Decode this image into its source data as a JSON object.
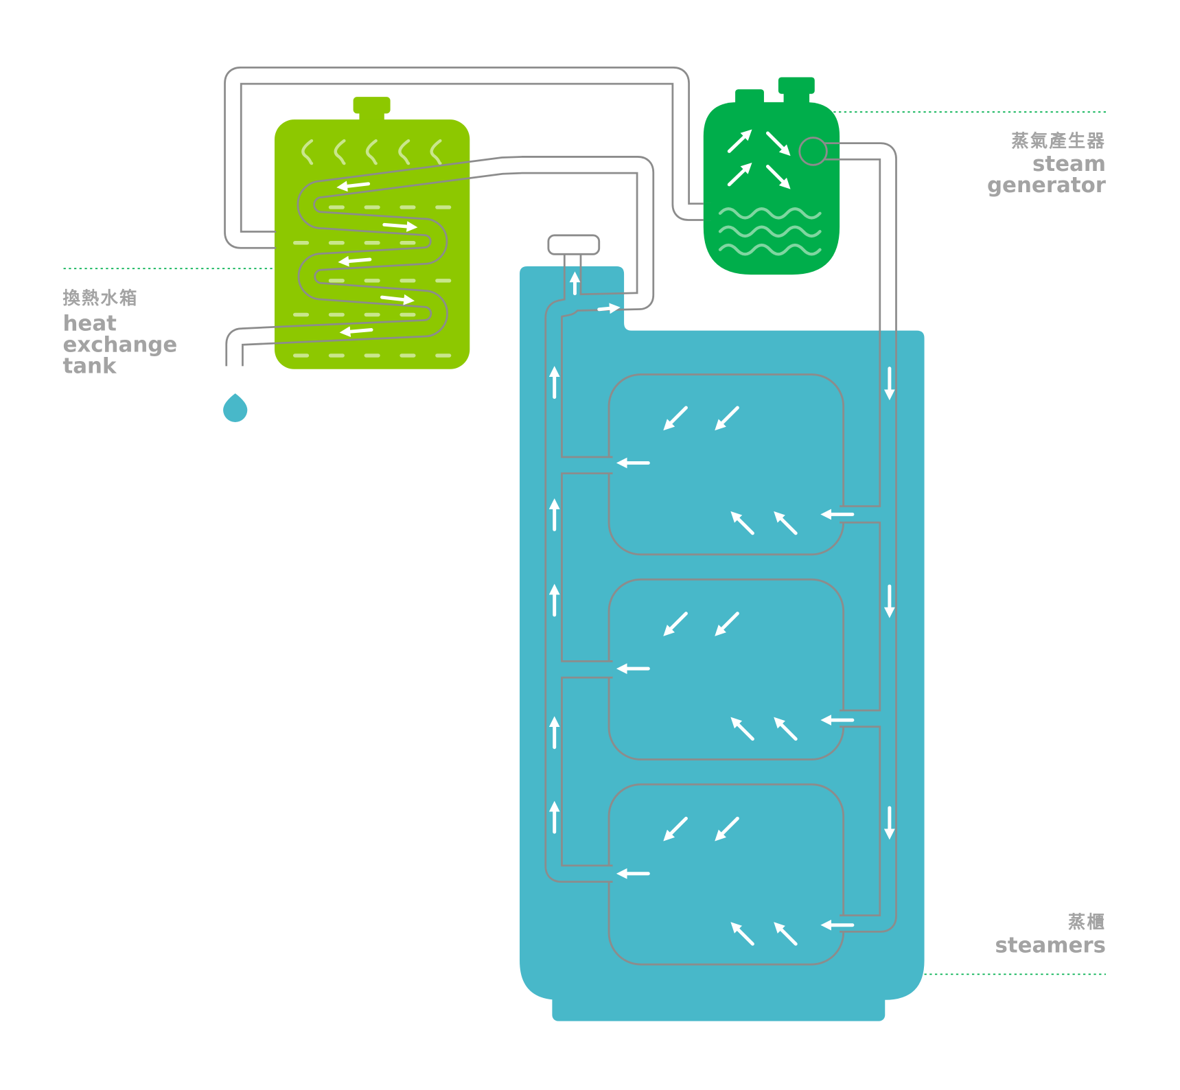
{
  "title": "Steam circulation diagram",
  "colors": {
    "heat_exchange_tank": "#8DC800",
    "steam_generator": "#00AE4B",
    "steamers": "#48B8C9",
    "pipe": "#8C8C8C",
    "label": "#A3A3A3",
    "leader_line": "#00B04F"
  },
  "labels": {
    "heat_exchange_tank": {
      "zh": "換熱水箱",
      "en_lines": [
        "heat",
        "exchange",
        "tank"
      ]
    },
    "steam_generator": {
      "zh": "蒸氣產生器",
      "en_lines": [
        "steam",
        "generator"
      ]
    },
    "steamers": {
      "zh": "蒸櫃",
      "en_lines": [
        "steamers"
      ]
    }
  },
  "icons": [
    "water-drop-icon",
    "flow-arrow-icon",
    "heat-wave-icon",
    "steam-icon"
  ]
}
